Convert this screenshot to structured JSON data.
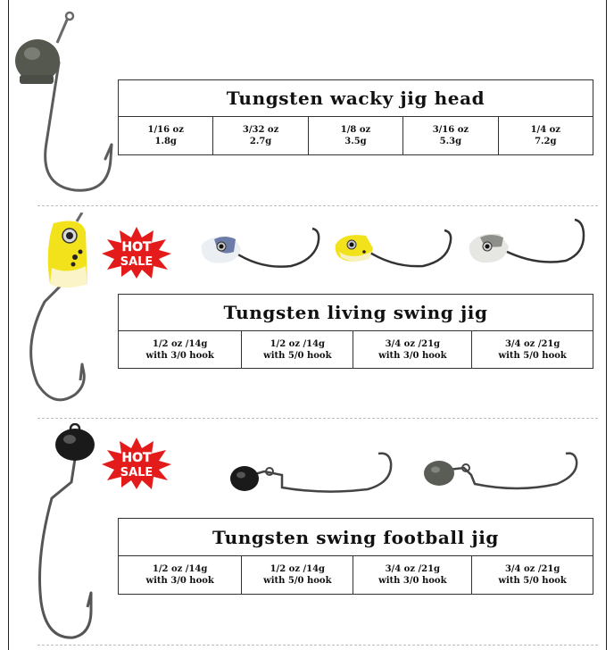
{
  "sections": [
    {
      "title": "Tungsten wacky jig head",
      "specs": [
        {
          "weight": "1/16 oz",
          "detail": "1.8g"
        },
        {
          "weight": "3/32 oz",
          "detail": "2.7g"
        },
        {
          "weight": "1/8 oz",
          "detail": "3.5g"
        },
        {
          "weight": "3/16 oz",
          "detail": "5.3g"
        },
        {
          "weight": "1/4 oz",
          "detail": "7.2g"
        }
      ]
    },
    {
      "title": "Tungsten living swing jig",
      "badge": {
        "line1": "HOT",
        "line2": "SALE"
      },
      "specs": [
        {
          "weight": "1/2 oz /14g",
          "detail": "with 3/0 hook"
        },
        {
          "weight": "1/2 oz /14g",
          "detail": "with 5/0 hook"
        },
        {
          "weight": "3/4 oz /21g",
          "detail": "with 3/0 hook"
        },
        {
          "weight": "3/4 oz /21g",
          "detail": "with 5/0 hook"
        }
      ]
    },
    {
      "title": "Tungsten swing football jig",
      "badge": {
        "line1": "HOT",
        "line2": "SALE"
      },
      "specs": [
        {
          "weight": "1/2 oz /14g",
          "detail": "with 3/0 hook"
        },
        {
          "weight": "1/2 oz /14g",
          "detail": "with 5/0 hook"
        },
        {
          "weight": "3/4 oz /21g",
          "detail": "with 3/0 hook"
        },
        {
          "weight": "3/4 oz /21g",
          "detail": "with 5/0 hook"
        }
      ]
    }
  ],
  "colors": {
    "badge_red": "#e31b1b",
    "jig_yellow": "#f2e21c",
    "tungsten_grey": "#55584f",
    "black_head": "#1a1a1a"
  }
}
